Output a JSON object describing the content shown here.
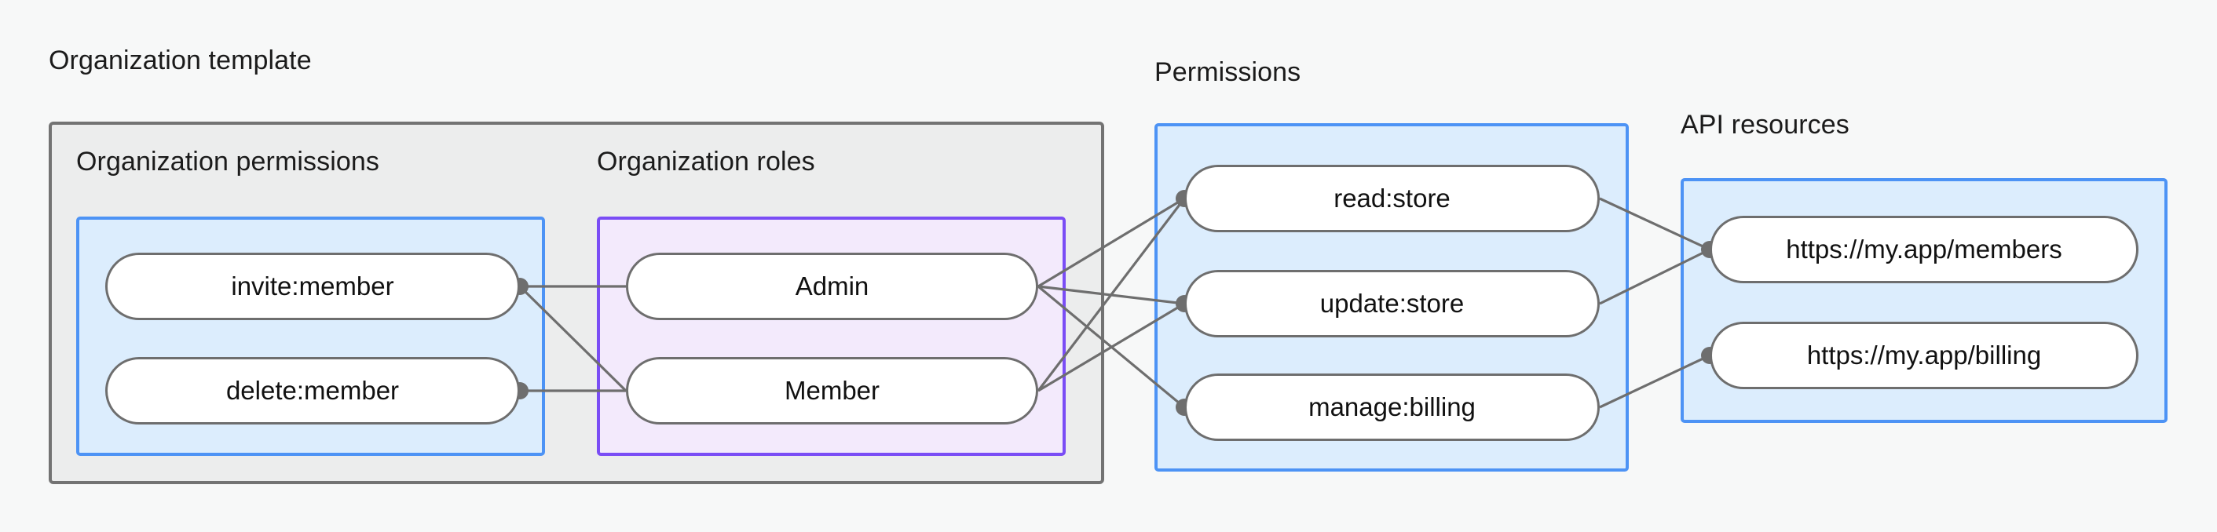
{
  "diagram": {
    "title_org_template": "Organization template",
    "title_permissions": "Permissions",
    "title_api_resources": "API resources",
    "subtitle_org_permissions": "Organization permissions",
    "subtitle_org_roles": "Organization roles",
    "colors": {
      "canvas_background": "#f7f8f8",
      "outer_group_fill": "#eceded",
      "outer_group_border": "#737373",
      "blue_box_fill": "#dcedfd",
      "blue_box_border": "#4d93f5",
      "purple_box_fill": "#f3eafc",
      "purple_box_border": "#7a4df5",
      "node_fill": "#ffffff",
      "node_border": "#6e6e6e",
      "edge_stroke": "#6e6e6e",
      "text": "#1b1b1b"
    },
    "nodes": {
      "org_permissions": [
        {
          "id": "invite-member",
          "label": "invite:member"
        },
        {
          "id": "delete-member",
          "label": "delete:member"
        }
      ],
      "org_roles": [
        {
          "id": "admin",
          "label": "Admin"
        },
        {
          "id": "member",
          "label": "Member"
        }
      ],
      "permissions": [
        {
          "id": "read-store",
          "label": "read:store"
        },
        {
          "id": "update-store",
          "label": "update:store"
        },
        {
          "id": "manage-billing",
          "label": "manage:billing"
        }
      ],
      "api_resources": [
        {
          "id": "members-resource",
          "label": "https://my.app/members"
        },
        {
          "id": "billing-resource",
          "label": "https://my.app/billing"
        }
      ]
    },
    "edges": [
      {
        "from": "invite-member",
        "to": "admin"
      },
      {
        "from": "invite-member",
        "to": "member"
      },
      {
        "from": "delete-member",
        "to": "member"
      },
      {
        "from": "admin",
        "to": "read-store"
      },
      {
        "from": "admin",
        "to": "update-store"
      },
      {
        "from": "admin",
        "to": "manage-billing"
      },
      {
        "from": "member",
        "to": "read-store"
      },
      {
        "from": "member",
        "to": "update-store"
      },
      {
        "from": "read-store",
        "to": "members-resource"
      },
      {
        "from": "update-store",
        "to": "members-resource"
      },
      {
        "from": "manage-billing",
        "to": "billing-resource"
      }
    ]
  }
}
